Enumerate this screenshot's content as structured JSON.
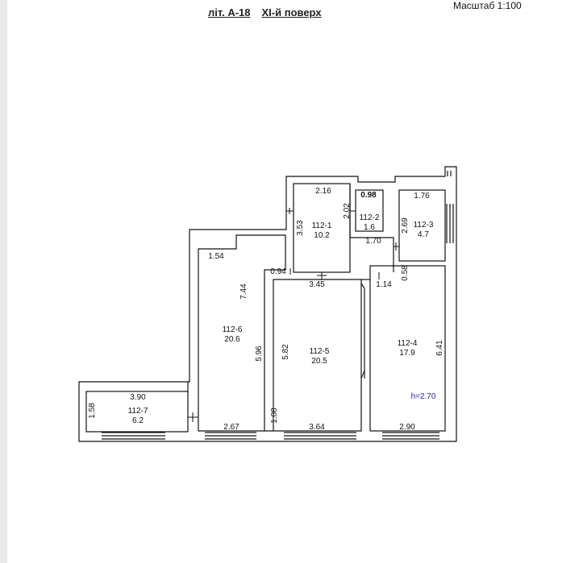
{
  "header": {
    "lit": "літ. А-18",
    "floor": "XI-й поверх",
    "scale": "Масштаб 1:100"
  },
  "rooms": [
    {
      "id": "112-1",
      "area": "10.2"
    },
    {
      "id": "112-2",
      "area": "1.6"
    },
    {
      "id": "112-3",
      "area": "4.7"
    },
    {
      "id": "112-4",
      "area": "17.9"
    },
    {
      "id": "112-5",
      "area": "20.5"
    },
    {
      "id": "112-6",
      "area": "20.6"
    },
    {
      "id": "112-7",
      "area": "6.2"
    }
  ],
  "dimensions": {
    "d216": "2.16",
    "d098": "0.98",
    "d176": "1.76",
    "d202": "2.02",
    "d353": "3.53",
    "d170": "1.70",
    "d269": "2.69",
    "d154": "1.54",
    "d094": "0.94",
    "d058": "0.58",
    "d345": "3.45",
    "d114": "1.14",
    "d744": "7.44",
    "d596": "5.96",
    "d582": "5.82",
    "d641": "6.41",
    "d390": "3.90",
    "d158": "1.58",
    "d108": "1.08",
    "d267": "2.67",
    "d364": "3.64",
    "d290": "2.90"
  },
  "height": "h=2.70",
  "colors": {
    "wall": "#111111",
    "text": "#111111",
    "height_text": "#2222aa",
    "page": "#ffffff"
  }
}
